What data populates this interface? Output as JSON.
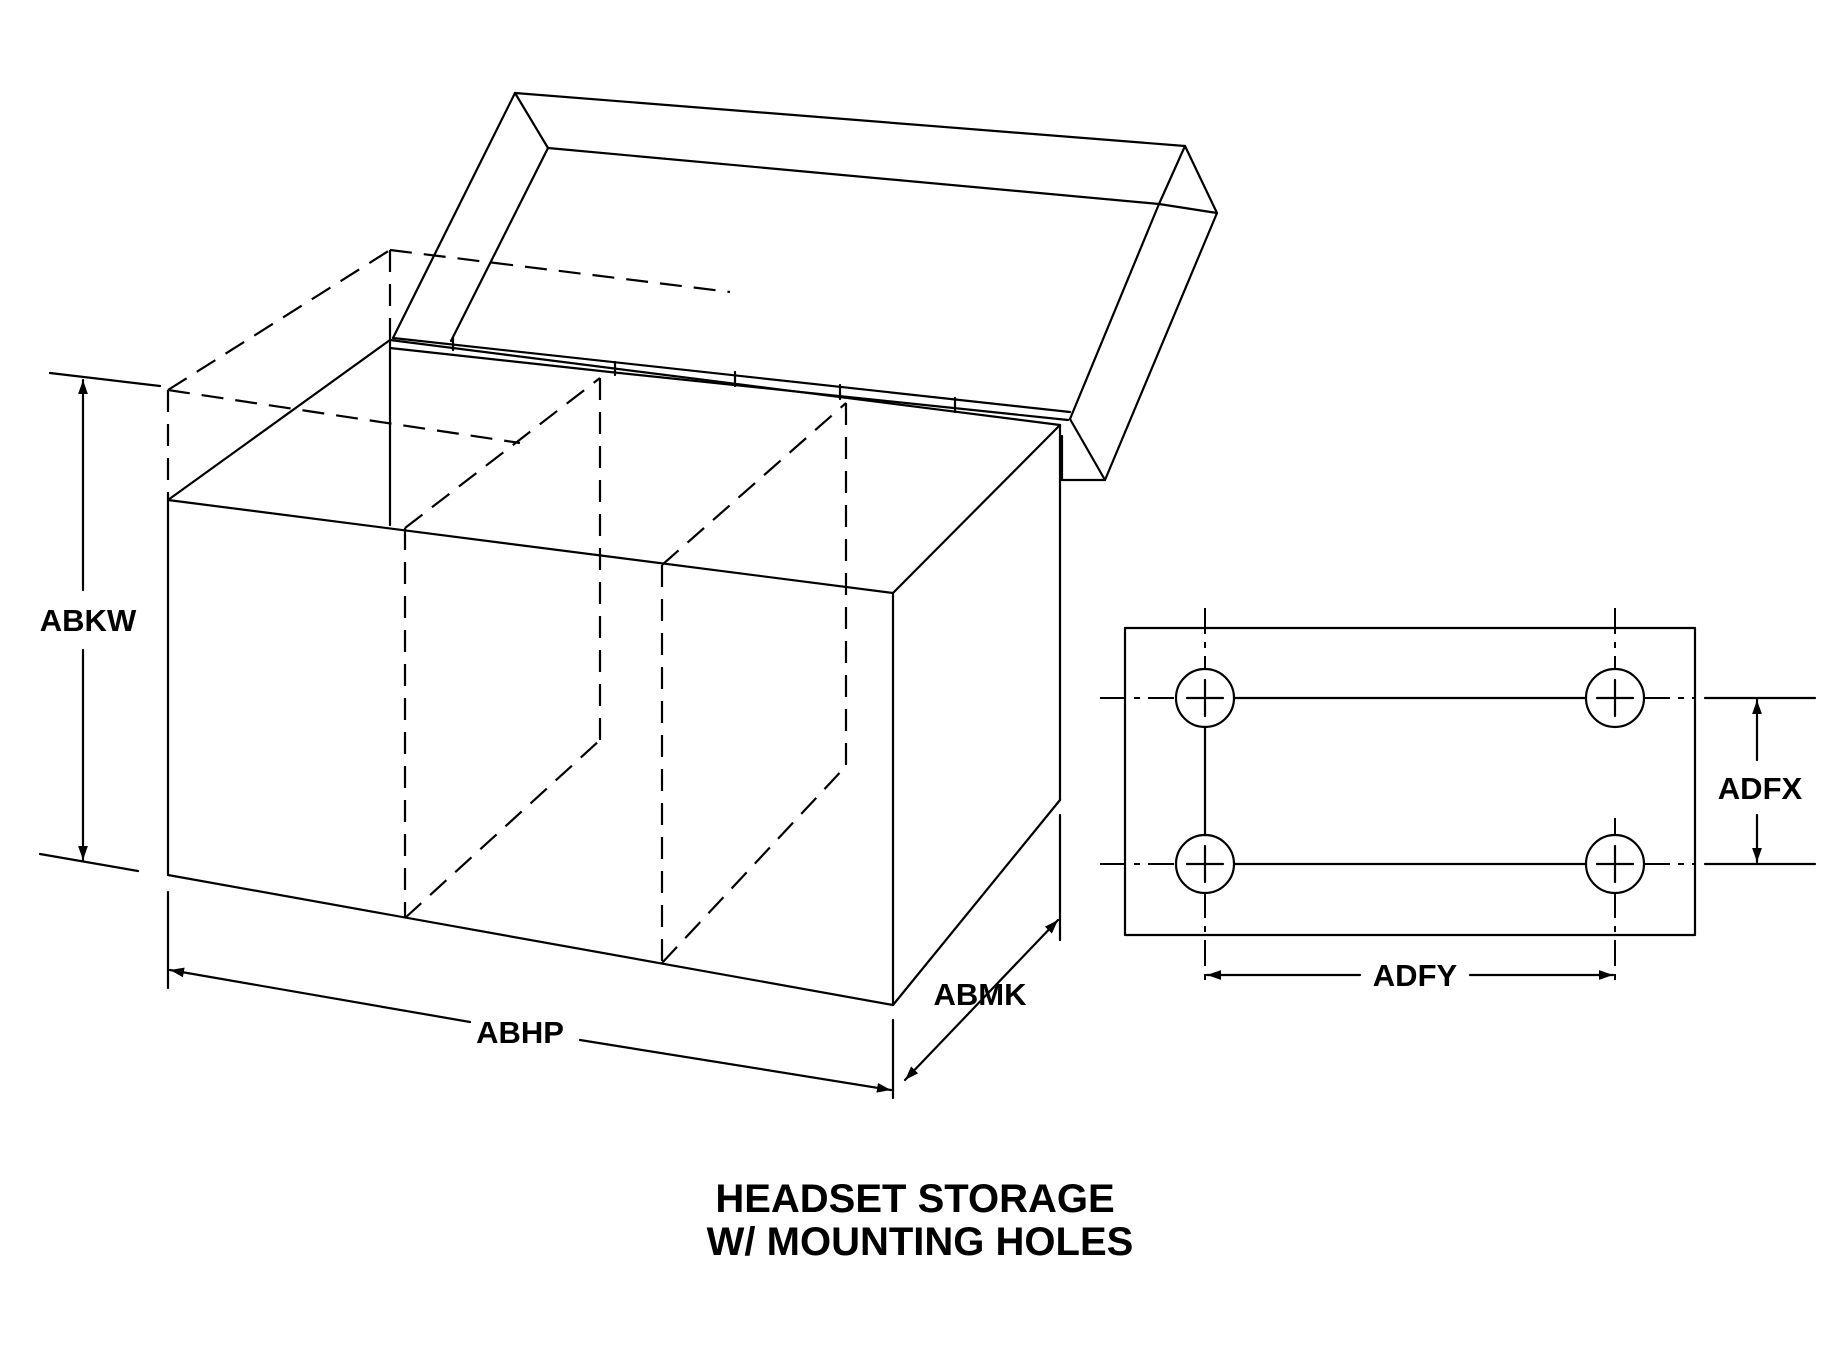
{
  "diagram": {
    "labels": {
      "height": "ABKW",
      "length": "ABHP",
      "depth": "ABMK",
      "hole_vertical_spacing": "ADFX",
      "hole_horizontal_spacing": "ADFY"
    },
    "caption": {
      "line1": "HEADSET STORAGE",
      "line2": "W/ MOUNTING HOLES"
    }
  }
}
